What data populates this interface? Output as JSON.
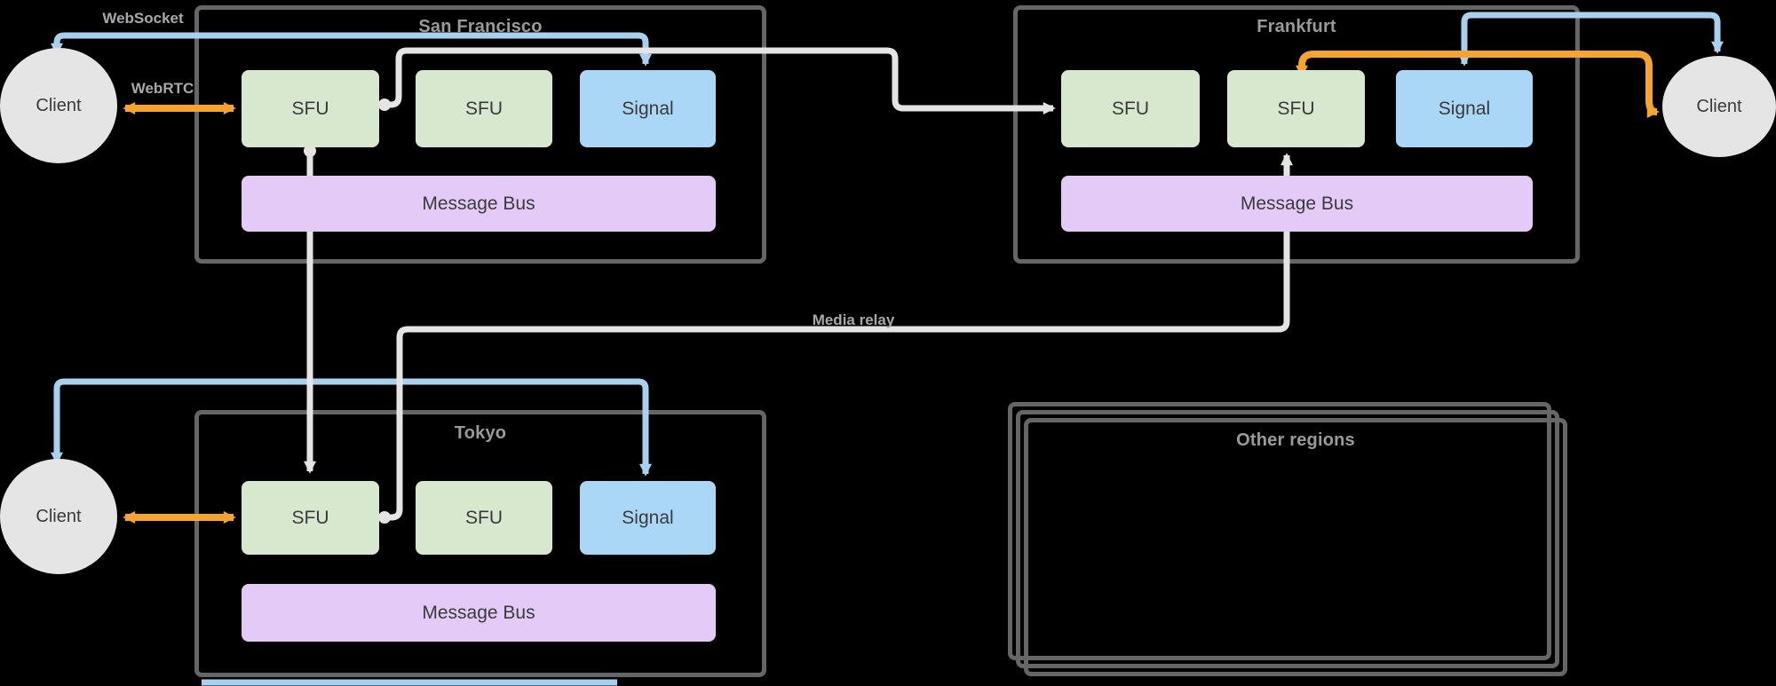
{
  "colors": {
    "bg": "#000000",
    "region-border": "#666666",
    "region-title": "#9a9a9a",
    "edge-label": "#a8a8a8",
    "node-green": "#d8e8cf",
    "node-blue": "#aad7f6",
    "node-purple": "#e4cbf7",
    "node-gray": "#e5e5e6",
    "node-text": "#3a3a3c",
    "line-blue": "#a8d0ef",
    "line-orange": "#f6a42e",
    "line-gray": "#e4e4e4"
  },
  "regions": [
    {
      "title": "San Francisco",
      "nodes": {
        "sfu1": "SFU",
        "sfu2": "SFU",
        "signal": "Signal",
        "bus": "Message Bus"
      }
    },
    {
      "title": "Frankfurt",
      "nodes": {
        "sfu1": "SFU",
        "sfu2": "SFU",
        "signal": "Signal",
        "bus": "Message Bus"
      }
    },
    {
      "title": "Tokyo",
      "nodes": {
        "sfu1": "SFU",
        "sfu2": "SFU",
        "signal": "Signal",
        "bus": "Message Bus"
      }
    }
  ],
  "other_regions": {
    "title": "Other regions"
  },
  "clients": [
    {
      "label": "Client"
    },
    {
      "label": "Client"
    },
    {
      "label": "Client"
    }
  ],
  "edge_labels": {
    "websocket": "WebSocket",
    "webrtc": "WebRTC",
    "relay": "Media relay"
  }
}
